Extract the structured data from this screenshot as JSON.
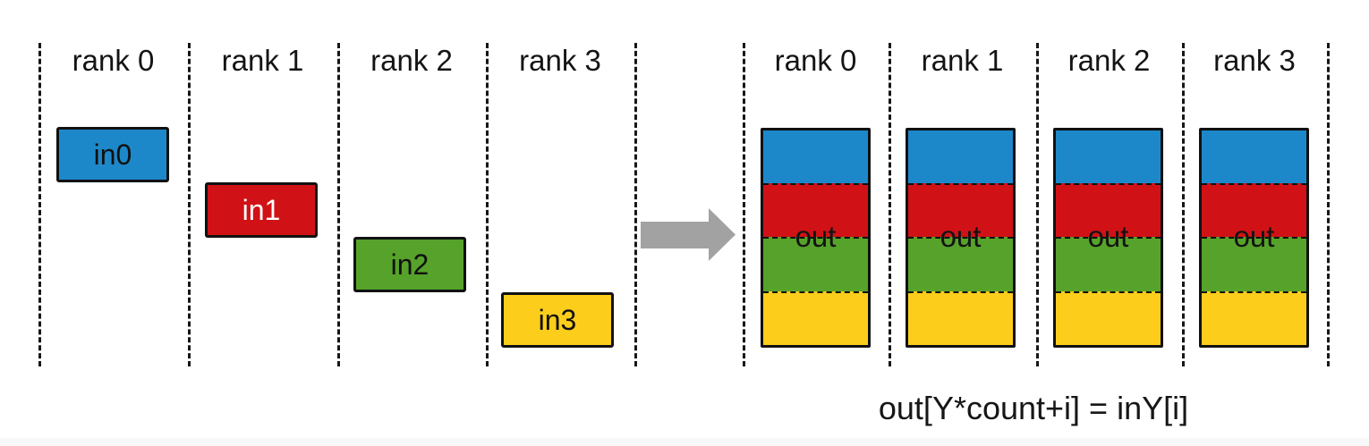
{
  "left_panel": {
    "ranks": [
      {
        "label": "rank 0",
        "input": {
          "label": "in0",
          "color": "#1d88c9",
          "text_color": "#101010"
        }
      },
      {
        "label": "rank 1",
        "input": {
          "label": "in1",
          "color": "#d01217",
          "text_color": "#ffffff"
        }
      },
      {
        "label": "rank 2",
        "input": {
          "label": "in2",
          "color": "#56a22b",
          "text_color": "#101010"
        }
      },
      {
        "label": "rank 3",
        "input": {
          "label": "in3",
          "color": "#fcce1b",
          "text_color": "#101010"
        }
      }
    ]
  },
  "right_panel": {
    "ranks": [
      {
        "label": "rank 0"
      },
      {
        "label": "rank 1"
      },
      {
        "label": "rank 2"
      },
      {
        "label": "rank 3"
      }
    ],
    "out_label": "out",
    "segment_colors": [
      "#1d88c9",
      "#d01217",
      "#56a22b",
      "#fcce1b"
    ]
  },
  "arrow": {
    "color": "#a2a2a2"
  },
  "formula": {
    "text": "out[Y*count+i] = inY[i]",
    "color": "#161616"
  }
}
